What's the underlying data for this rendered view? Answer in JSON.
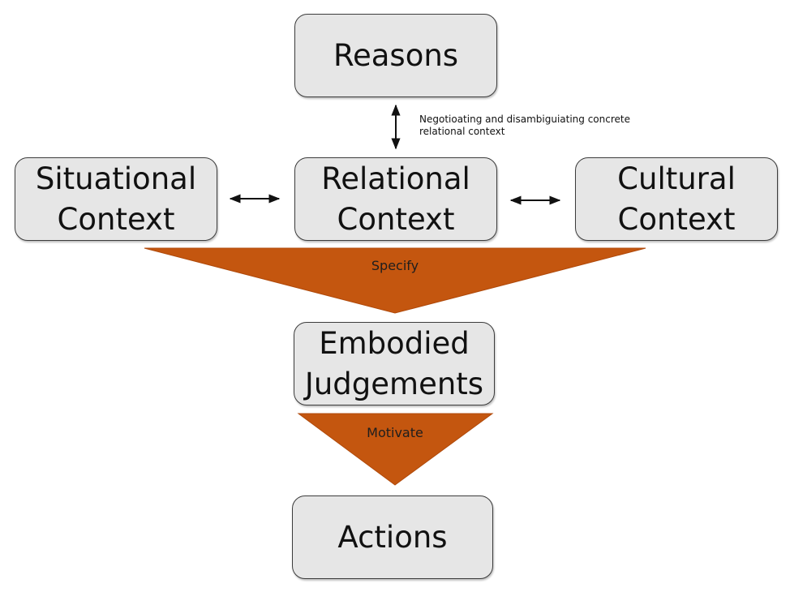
{
  "nodes": {
    "reasons": "Reasons",
    "situational": [
      "Situational",
      "Context"
    ],
    "relational": [
      "Relational",
      "Context"
    ],
    "cultural": [
      "Cultural",
      "Context"
    ],
    "embodied": [
      "Embodied",
      "Judgements"
    ],
    "actions": "Actions"
  },
  "annotation": [
    "Negotioating and disambiguiating concrete",
    "relational context"
  ],
  "funnels": {
    "specify": "Specify",
    "motivate": "Motivate"
  },
  "colors": {
    "box_fill": "#e6e6e6",
    "box_border": "#3c3c3c",
    "funnel_fill": "#c4560f",
    "arrow": "#111111"
  }
}
